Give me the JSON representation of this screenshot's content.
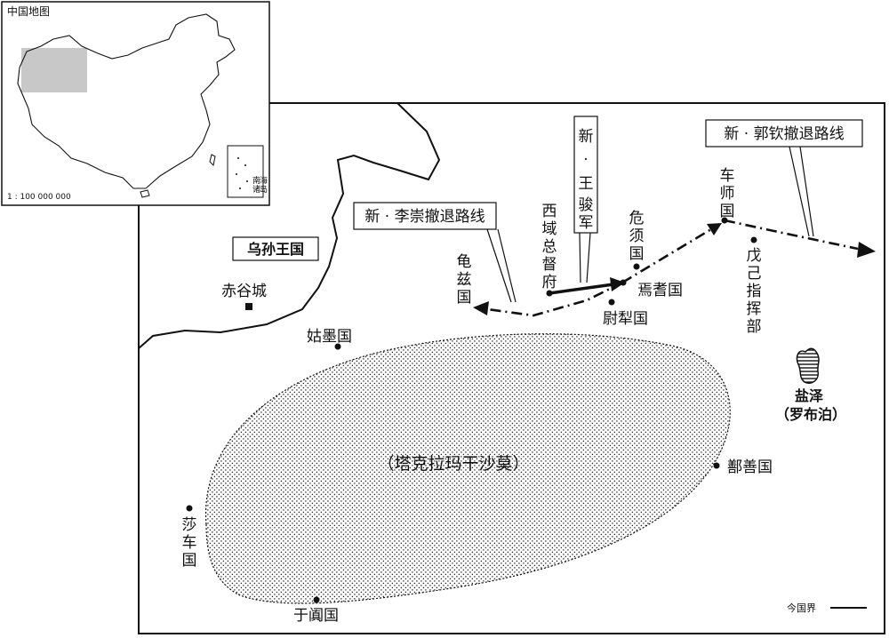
{
  "inset": {
    "title": "中国地图",
    "scale": "1 : 100 000 000",
    "south_sea": [
      "南",
      "海",
      "诸",
      "岛"
    ]
  },
  "places": {
    "wusun": "乌孙王国",
    "chigu": "赤谷城",
    "gumo": "姑墨国",
    "qiuci": "龟兹国",
    "duhufu": "西域总督府",
    "weixu": "危须国",
    "yanqi": "焉耆国",
    "weili": "尉犁国",
    "cheshi": "车师国",
    "wuji": "戊己指挥部",
    "yanze": "盐泽",
    "lop": "（罗布泊）",
    "shanshan": "鄯善国",
    "shache": "莎车国",
    "yutian": "于阗国",
    "desert": "（塔克拉玛干沙莫）"
  },
  "callouts": {
    "lichong": "新 · 李崇撤退路线",
    "wangjun": "新 · 王骏军",
    "guoqin": "新 · 郭钦撤退路线"
  },
  "legend": {
    "border": "今国界"
  }
}
